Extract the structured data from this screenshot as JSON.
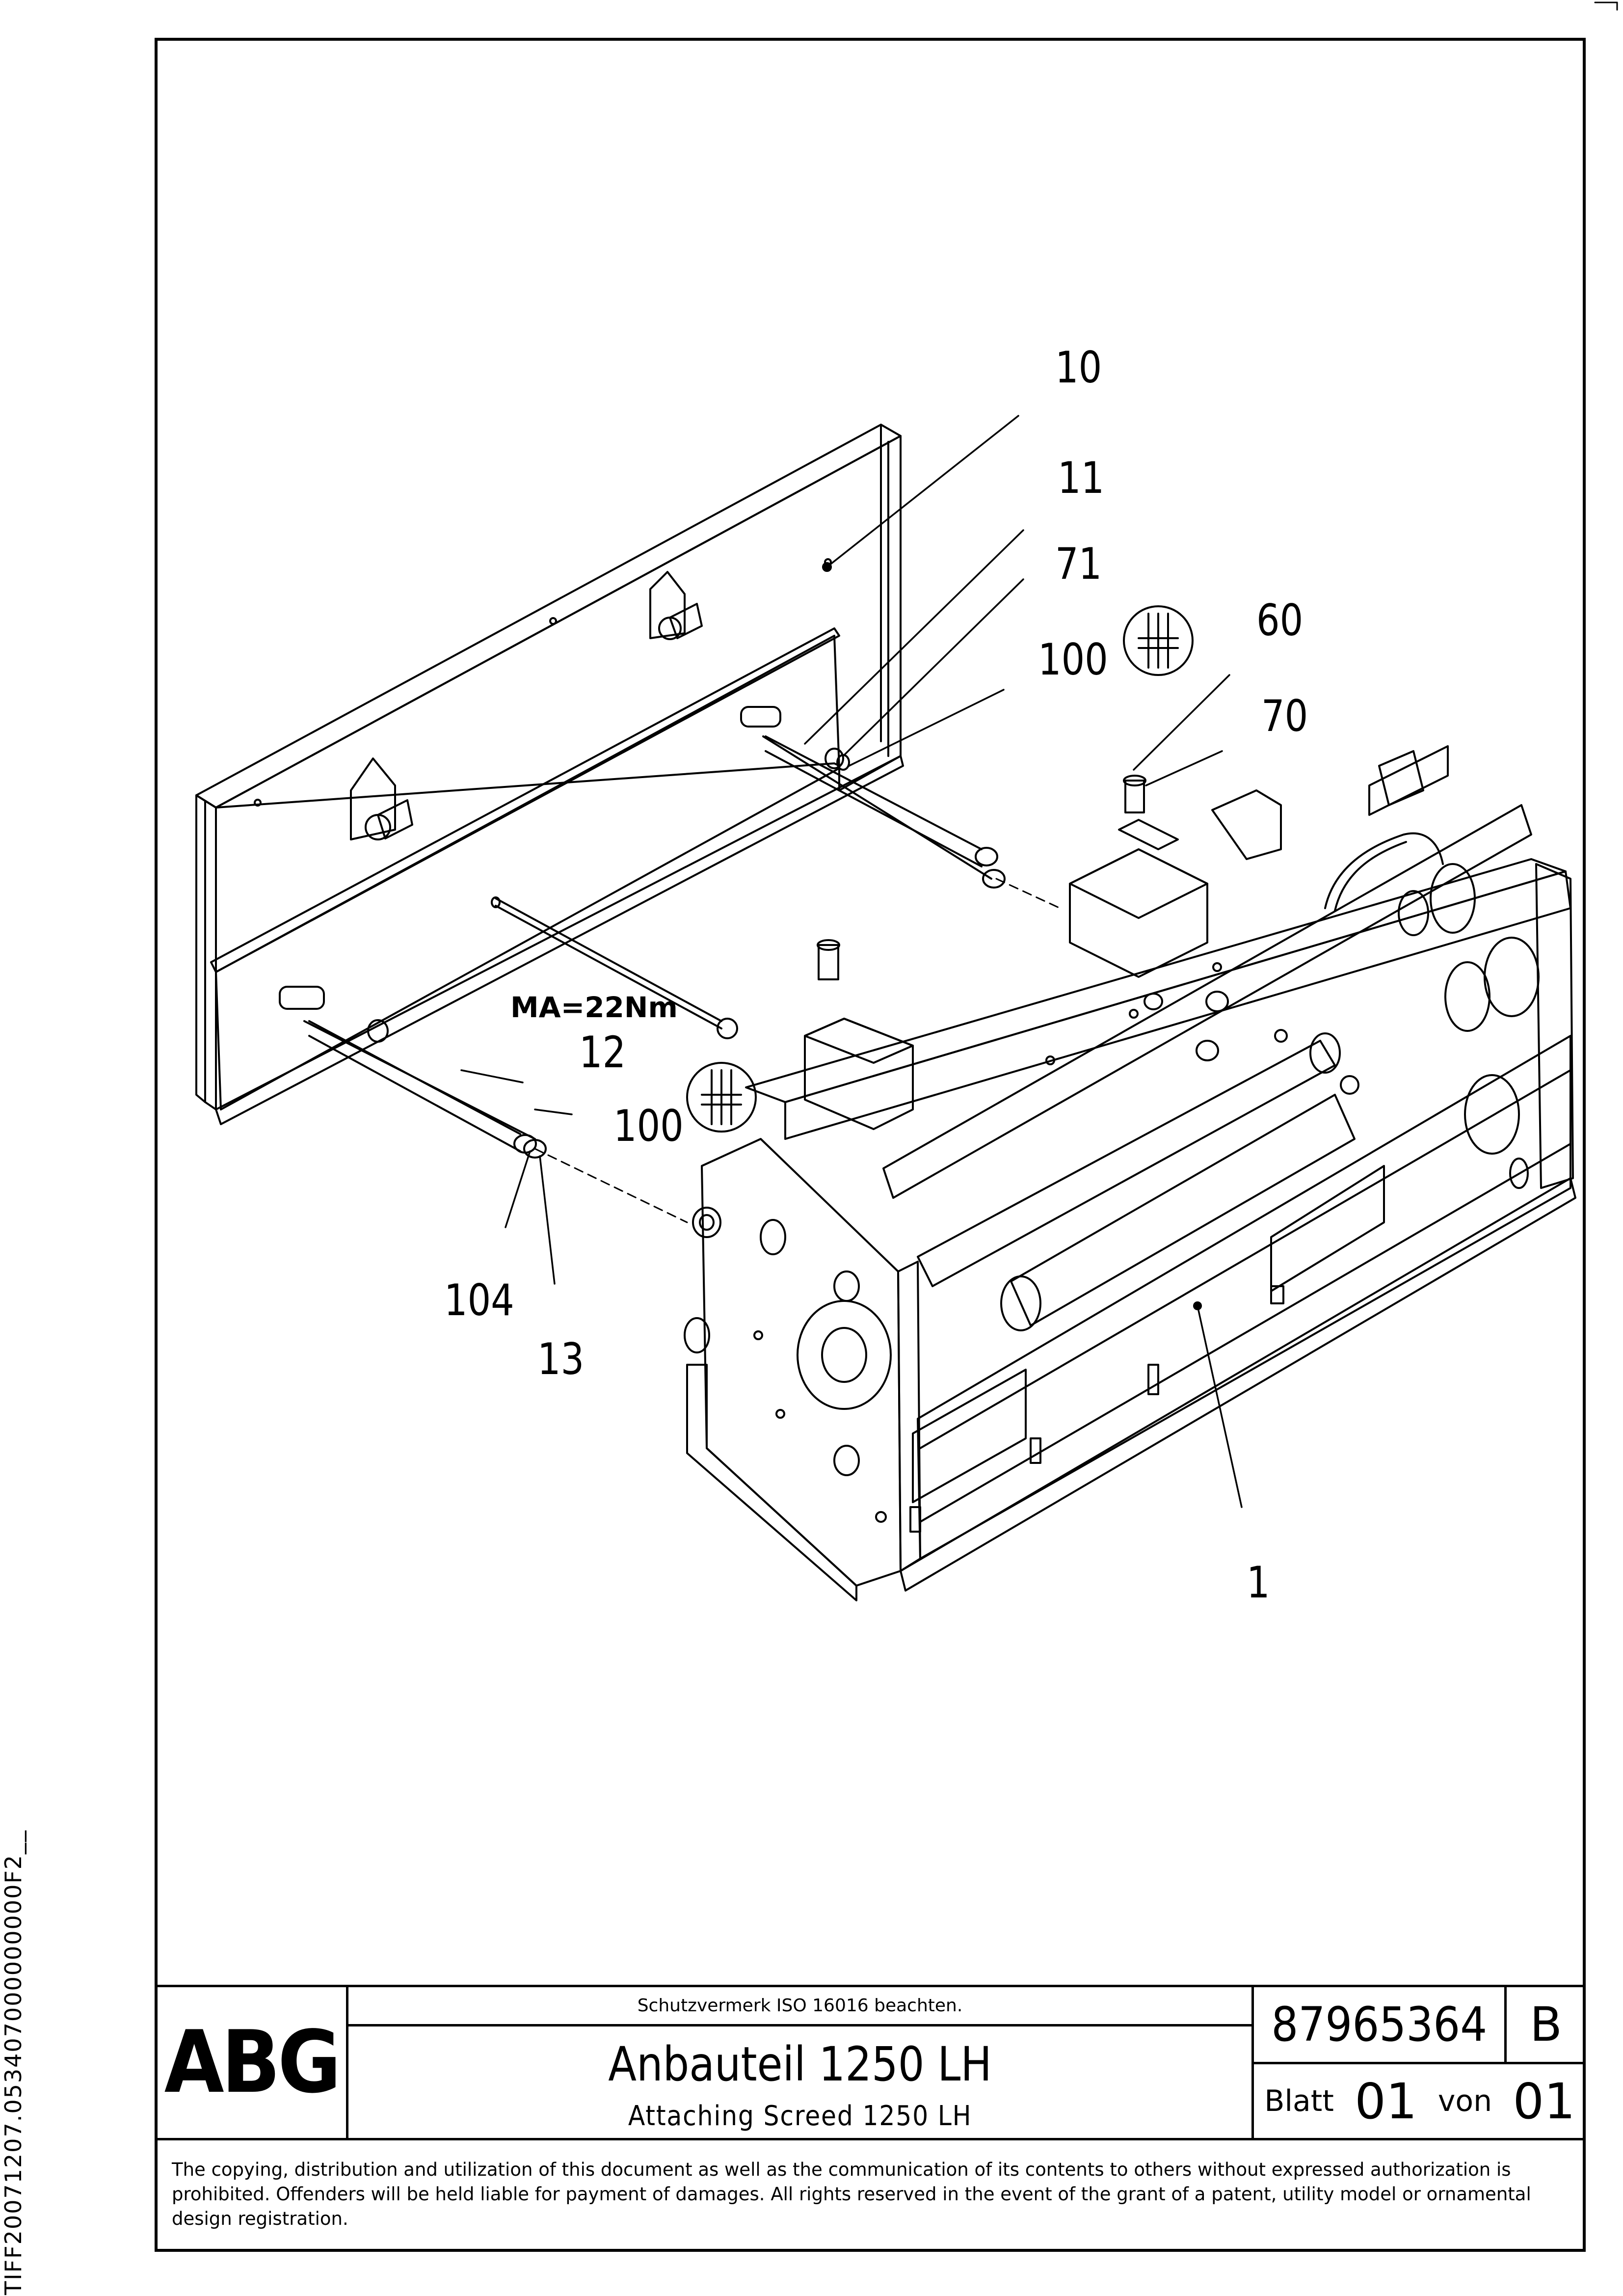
{
  "callouts": {
    "c10": "10",
    "c11": "11",
    "c71": "71",
    "c100a": "100",
    "c60": "60",
    "c70": "70",
    "c12": "12",
    "c100b": "100",
    "c104": "104",
    "c13": "13",
    "c1": "1"
  },
  "torque_note": "MA=22Nm",
  "side_code": "TIFF20071207.053407000000000F2__",
  "title_block": {
    "logo": "ABG",
    "protection_note": "Schutzvermerk ISO 16016 beachten.",
    "title_de": "Anbauteil 1250 LH",
    "title_en": "Attaching Screed 1250 LH",
    "part_number": "87965364",
    "revision": "B",
    "sheet_label": "Blatt",
    "sheet_number": "01",
    "of_label": "von",
    "sheet_total": "01"
  },
  "copyright": "The copying, distribution and utilization of this document as well as the communication of its contents to others without expressed authorization is prohibited. Offenders will be held liable for payment of damages. All rights reserved in the event of the grant of a patent, utility model or ornamental design registration."
}
